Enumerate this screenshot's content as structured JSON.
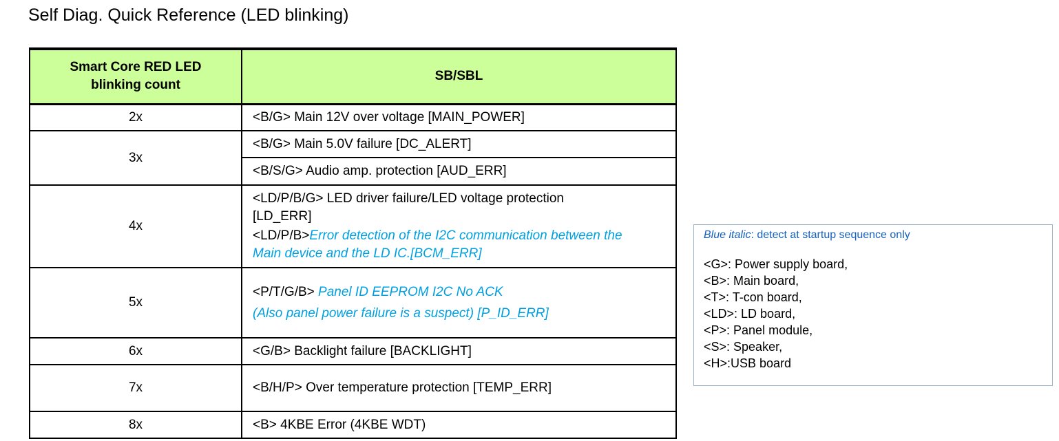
{
  "title": "Self Diag. Quick Reference (LED blinking)",
  "table": {
    "header": {
      "count_line1": "Smart Core RED LED",
      "count_line2": "blinking count",
      "model": "SB/SBL"
    },
    "rows": {
      "r2": {
        "count": "2x",
        "e1": "<B/G> Main 12V over voltage [MAIN_POWER]"
      },
      "r3": {
        "count": "3x",
        "e1": "<B/G> Main 5.0V failure [DC_ALERT]",
        "e2": "<B/S/G> Audio amp. protection [AUD_ERR]"
      },
      "r4": {
        "count": "4x",
        "e1_line1": "<LD/P/B/G> LED driver failure/LED voltage protection",
        "e1_line2": "[LD_ERR]",
        "e2_prefix": "<LD/P/B>",
        "e2_blue_line1": "Error detection of the I2C communication between the",
        "e2_blue_line2": "Main device and the LD IC.[BCM_ERR]"
      },
      "r5": {
        "count": "5x",
        "prefix": "<P/T/G/B> ",
        "blue_line1": "Panel ID EEPROM I2C No ACK",
        "blue_line2": "(Also panel power failure is a suspect) [P_ID_ERR]"
      },
      "r6": {
        "count": "6x",
        "e1": "<G/B> Backlight failure [BACKLIGHT]"
      },
      "r7": {
        "count": "7x",
        "e1": "<B/H/P> Over temperature protection [TEMP_ERR]"
      },
      "r8": {
        "count": "8x",
        "e1": "<B> 4KBE Error (4KBE WDT)"
      }
    }
  },
  "legend": {
    "note_italic": "Blue italic",
    "note_rest": ": detect at startup sequence only",
    "items": [
      "<G>: Power supply board,",
      "<B>: Main board,",
      "<T>: T-con board,",
      "<LD>: LD board,",
      "<P>: Panel module,",
      "<S>: Speaker,",
      "<H>:USB board"
    ]
  },
  "colors": {
    "header_bg": "#ccff99",
    "blue_text": "#00a0e0",
    "legend_border": "#9fb3c8"
  }
}
